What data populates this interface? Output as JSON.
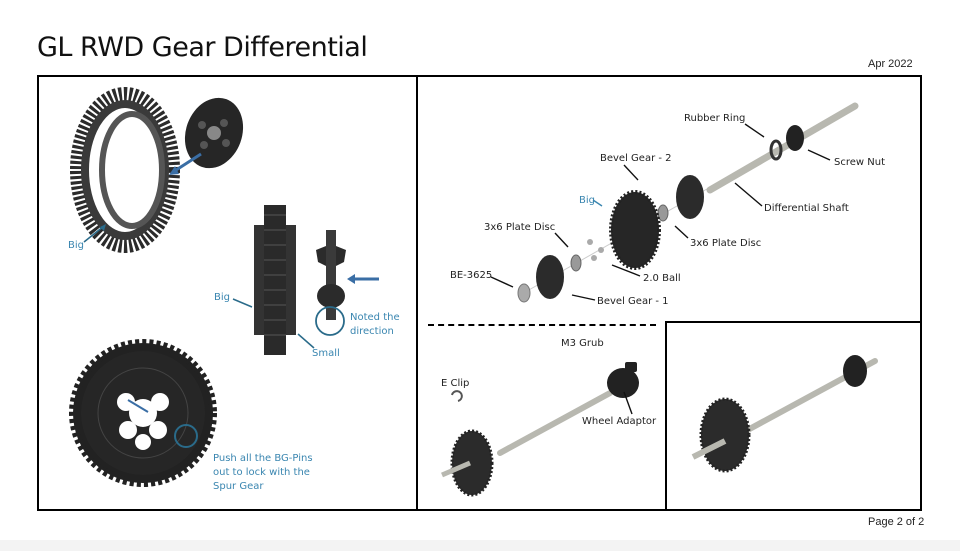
{
  "header": {
    "title": "GL RWD Gear Differential",
    "date": "Apr 2022"
  },
  "footer": {
    "page": "Page 2 of 2"
  },
  "left_panel": {
    "labels": {
      "big_top": "Big",
      "big_mid": "Big",
      "small": "Small",
      "noted": "Noted the\ndirection",
      "noted_line1": "Noted the",
      "noted_line2": "direction",
      "push_line1": "Push all the BG-Pins",
      "push_line2": "out to lock with the",
      "push_line3": "Spur Gear"
    }
  },
  "exploded_view": {
    "labels": {
      "rubber_ring": "Rubber Ring",
      "screw_nut": "Screw Nut",
      "bevel_gear_2": "Bevel Gear - 2",
      "differential_shaft": "Differential Shaft",
      "big": "Big",
      "plate_disc_left": "3x6 Plate Disc",
      "plate_disc_right": "3x6 Plate Disc",
      "ball": "2.0 Ball",
      "bearing": "BE-3625",
      "bevel_gear_1": "Bevel Gear - 1"
    }
  },
  "shaft_assembly": {
    "labels": {
      "m3_grub": "M3 Grub",
      "e_clip": "E Clip",
      "wheel_adaptor": "Wheel Adaptor"
    }
  },
  "colors": {
    "annotation_blue": "#3a86b0",
    "part_dark": "#2b2b2b",
    "shaft_grey": "#b8b8b0"
  }
}
